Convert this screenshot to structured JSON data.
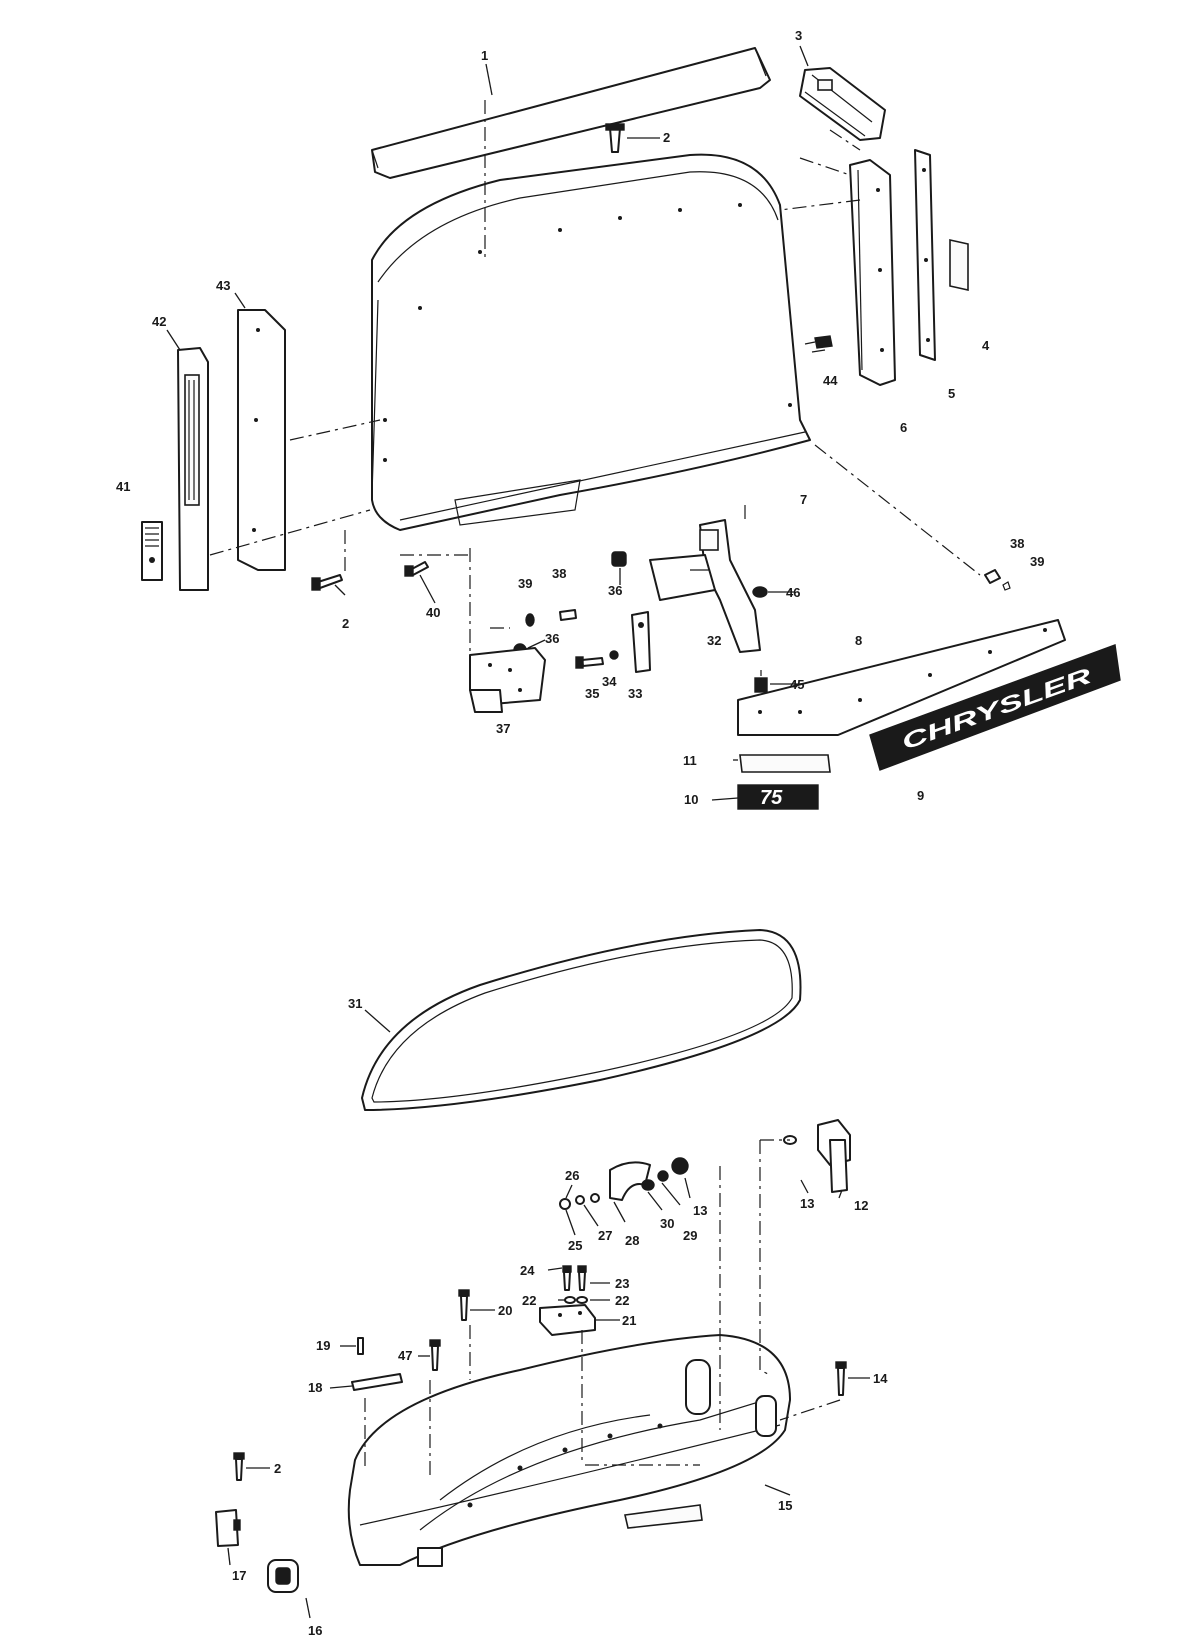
{
  "callouts": {
    "c1": "1",
    "c2a": "2",
    "c2b": "2",
    "c2c": "2",
    "c3": "3",
    "c4": "4",
    "c5": "5",
    "c6": "6",
    "c7": "7",
    "c8": "8",
    "c9": "9",
    "c10": "10",
    "c11": "11",
    "c12": "12",
    "c13a": "13",
    "c13b": "13",
    "c14": "14",
    "c15": "15",
    "c16": "16",
    "c17": "17",
    "c18": "18",
    "c19": "19",
    "c20": "20",
    "c21": "21",
    "c22a": "22",
    "c22b": "22",
    "c23": "23",
    "c24": "24",
    "c25": "25",
    "c26": "26",
    "c27": "27",
    "c28": "28",
    "c29": "29",
    "c30": "30",
    "c31": "31",
    "c32": "32",
    "c33": "33",
    "c34": "34",
    "c35": "35",
    "c36a": "36",
    "c36b": "36",
    "c37": "37",
    "c38a": "38",
    "c38b": "38",
    "c39a": "39",
    "c39b": "39",
    "c40": "40",
    "c41": "41",
    "c42": "42",
    "c43": "43",
    "c44": "44",
    "c45": "45",
    "c46": "46",
    "c47": "47"
  },
  "decals": {
    "brand": "CHRYSLER",
    "model": "75"
  },
  "colors": {
    "ink": "#1a1a1a",
    "paper": "#ffffff"
  }
}
